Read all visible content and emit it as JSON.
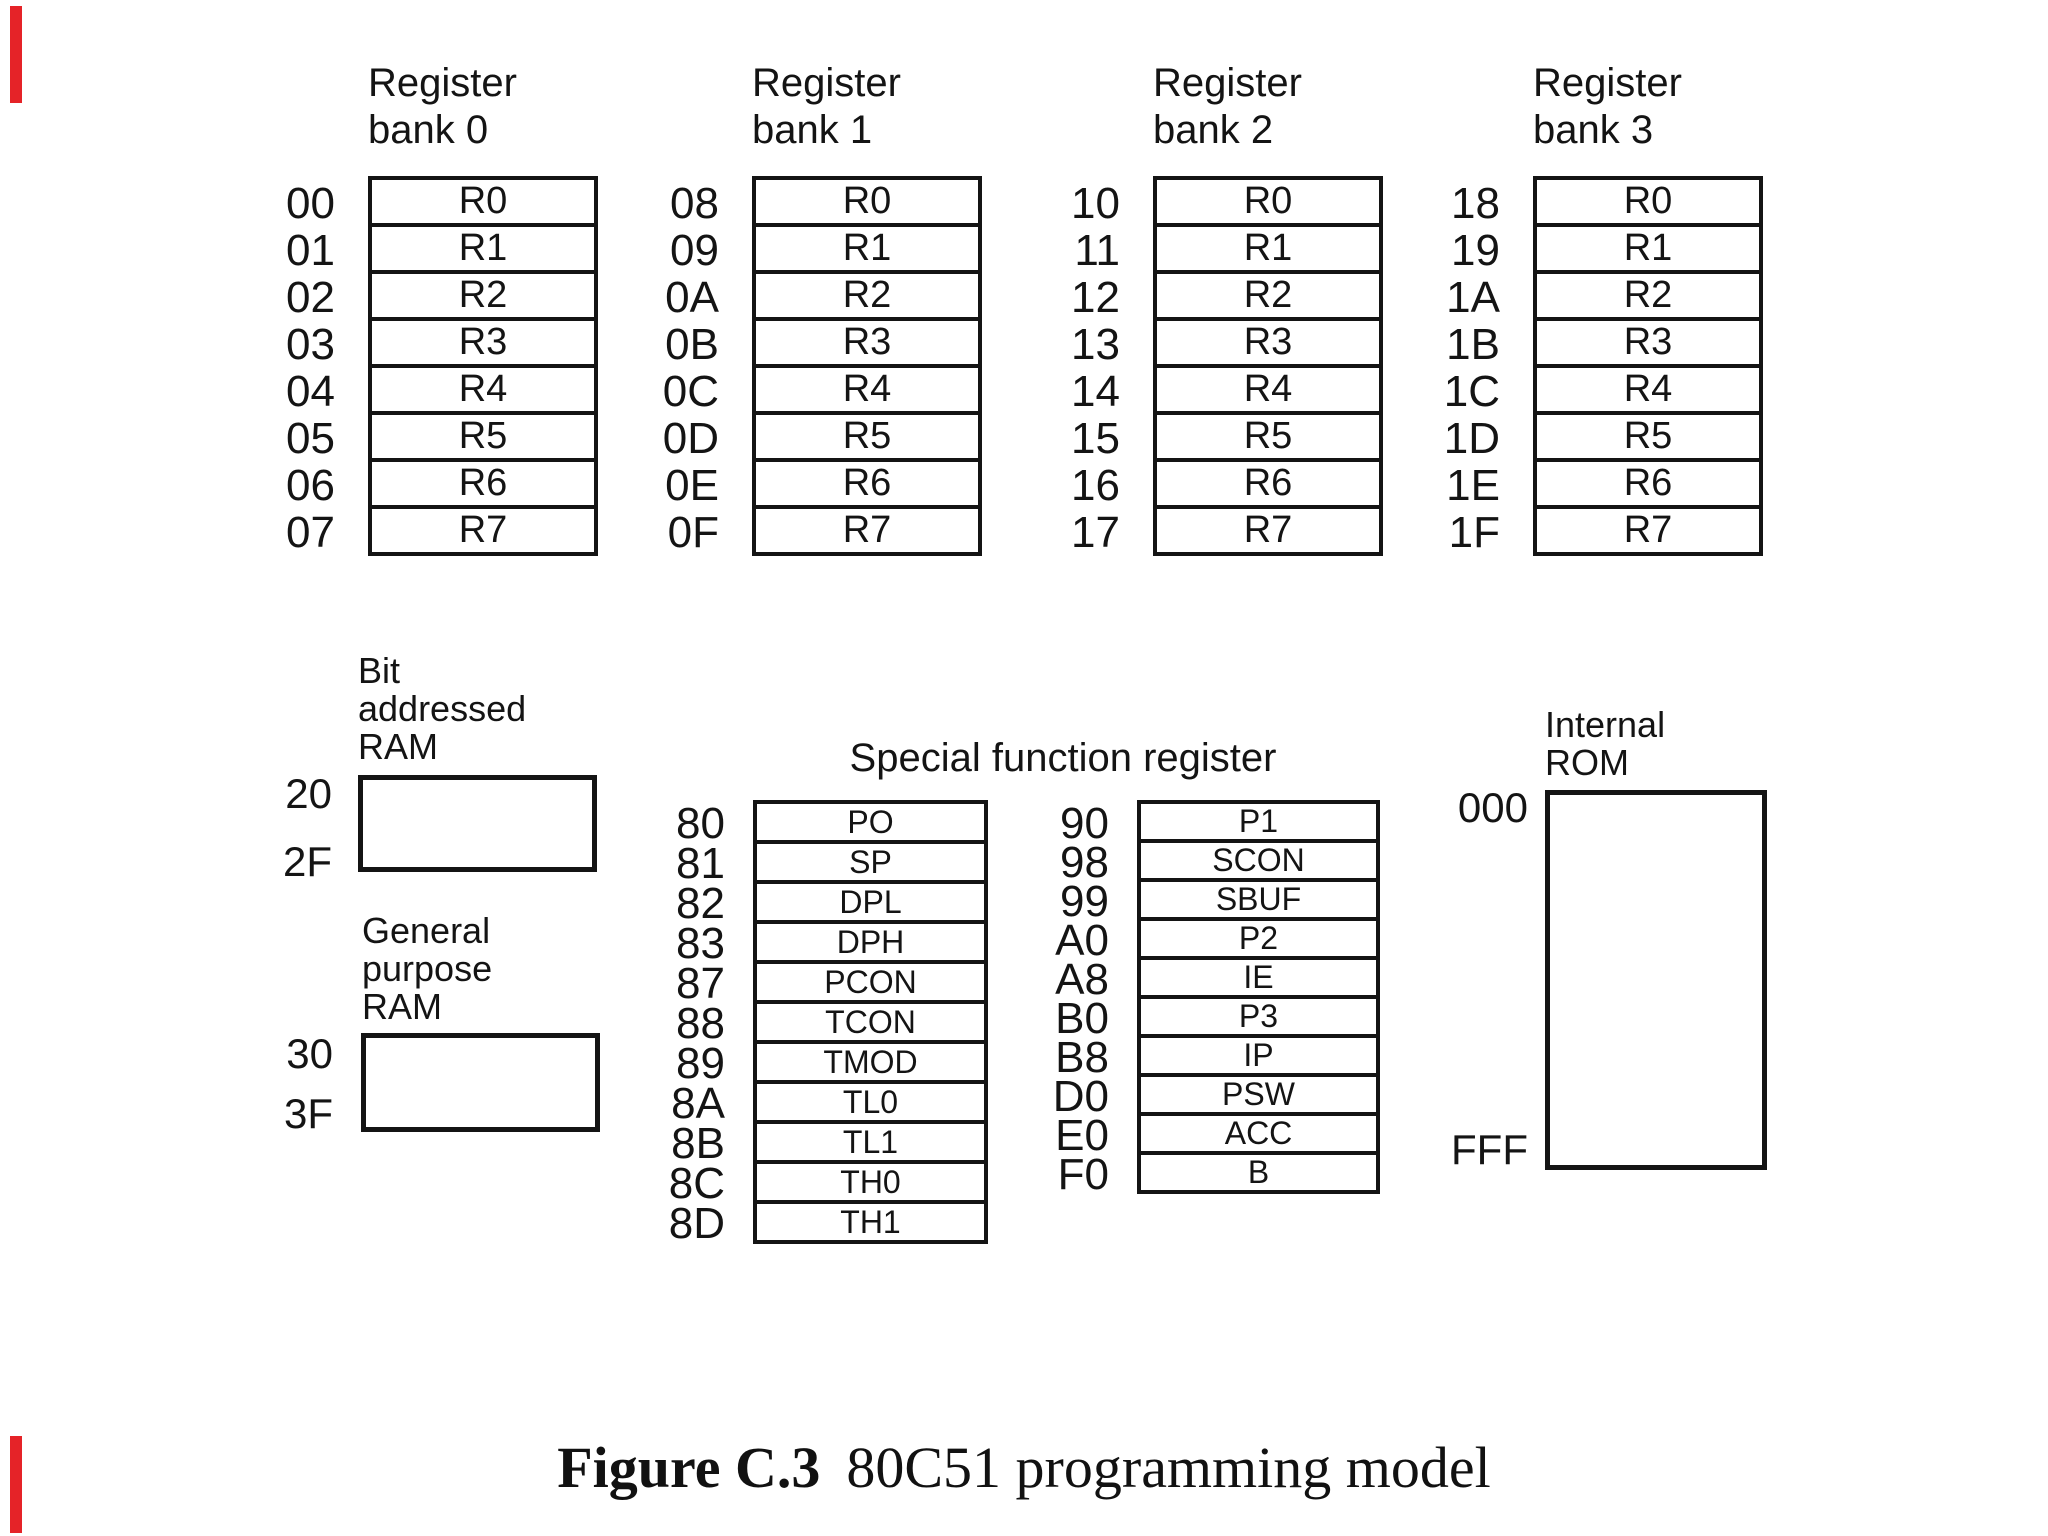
{
  "colors": {
    "background": "#ffffff",
    "ink": "#141414",
    "edge_mark_red": "#e52328"
  },
  "banks": [
    {
      "title": [
        "Register",
        "bank 0"
      ],
      "addresses": [
        "00",
        "01",
        "02",
        "03",
        "04",
        "05",
        "06",
        "07"
      ],
      "registers": [
        "R0",
        "R1",
        "R2",
        "R3",
        "R4",
        "R5",
        "R6",
        "R7"
      ]
    },
    {
      "title": [
        "Register",
        "bank 1"
      ],
      "addresses": [
        "08",
        "09",
        "0A",
        "0B",
        "0C",
        "0D",
        "0E",
        "0F"
      ],
      "registers": [
        "R0",
        "R1",
        "R2",
        "R3",
        "R4",
        "R5",
        "R6",
        "R7"
      ]
    },
    {
      "title": [
        "Register",
        "bank 2"
      ],
      "addresses": [
        "10",
        "11",
        "12",
        "13",
        "14",
        "15",
        "16",
        "17"
      ],
      "registers": [
        "R0",
        "R1",
        "R2",
        "R3",
        "R4",
        "R5",
        "R6",
        "R7"
      ]
    },
    {
      "title": [
        "Register",
        "bank 3"
      ],
      "addresses": [
        "18",
        "19",
        "1A",
        "1B",
        "1C",
        "1D",
        "1E",
        "1F"
      ],
      "registers": [
        "R0",
        "R1",
        "R2",
        "R3",
        "R4",
        "R5",
        "R6",
        "R7"
      ]
    }
  ],
  "bit_addressed_ram": {
    "label": [
      "Bit",
      "addressed",
      "RAM"
    ],
    "start_addr": "20",
    "end_addr": "2F"
  },
  "general_purpose_ram": {
    "label": [
      "General",
      "purpose",
      "RAM"
    ],
    "start_addr": "30",
    "end_addr": "3F"
  },
  "special_function_register": {
    "title": "Special function register",
    "left_column": {
      "addresses": [
        "80",
        "81",
        "82",
        "83",
        "87",
        "88",
        "89",
        "8A",
        "8B",
        "8C",
        "8D"
      ],
      "registers": [
        "PO",
        "SP",
        "DPL",
        "DPH",
        "PCON",
        "TCON",
        "TMOD",
        "TL0",
        "TL1",
        "TH0",
        "TH1"
      ]
    },
    "right_column": {
      "addresses": [
        "90",
        "98",
        "99",
        "A0",
        "A8",
        "B0",
        "B8",
        "D0",
        "E0",
        "F0"
      ],
      "registers": [
        "P1",
        "SCON",
        "SBUF",
        "P2",
        "IE",
        "P3",
        "IP",
        "PSW",
        "ACC",
        "B"
      ]
    }
  },
  "internal_rom": {
    "label": [
      "Internal",
      "ROM"
    ],
    "start_addr": "000",
    "end_addr": "FFF"
  },
  "caption": {
    "figure_label": "Figure C.3",
    "figure_title": "80C51 programming model"
  }
}
